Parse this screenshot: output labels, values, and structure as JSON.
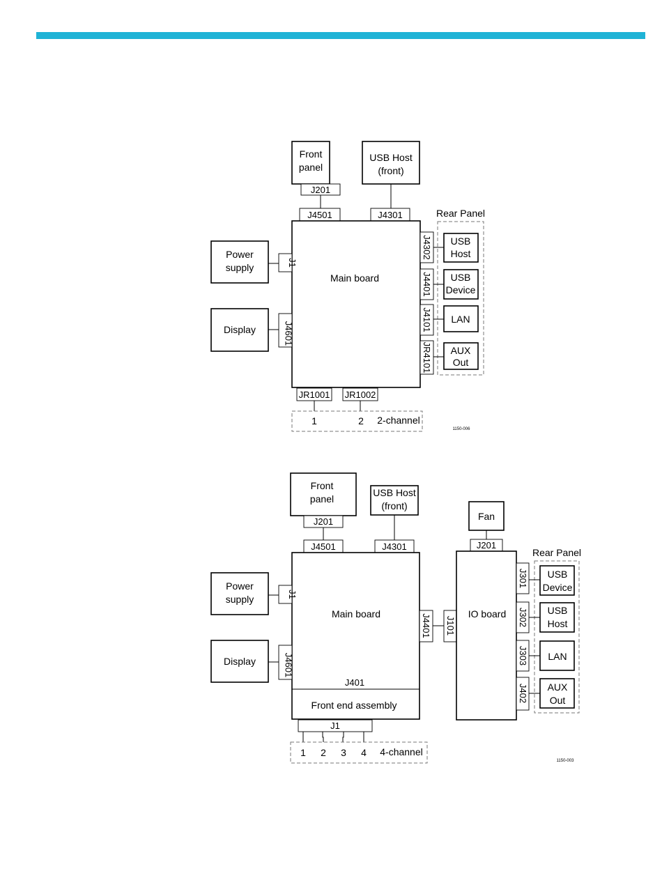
{
  "colors": {
    "accent_bar": "#1fb3d6",
    "box_stroke": "#000000",
    "dash_stroke": "#777777"
  },
  "diagram1": {
    "front_panel_l1": "Front",
    "front_panel_l2": "panel",
    "fp_connector": "J201",
    "usb_host_l1": "USB Host",
    "usb_host_l2": "(front)",
    "mb_j4501": "J4501",
    "mb_j4301": "J4301",
    "power_l1": "Power",
    "power_l2": "supply",
    "j1": "J1",
    "display": "Display",
    "j4601": "J4601",
    "main_board": "Main board",
    "rear_panel": "Rear Panel",
    "j4302": "J4302",
    "j4401": "J4401",
    "j4101": "J4101",
    "jr4101": "JR4101",
    "rp_usb_host_l1": "USB",
    "rp_usb_host_l2": "Host",
    "rp_usb_dev_l1": "USB",
    "rp_usb_dev_l2": "Device",
    "rp_lan": "LAN",
    "rp_aux_l1": "AUX",
    "rp_aux_l2": "Out",
    "jr1001": "JR1001",
    "jr1002": "JR1002",
    "ch1": "1",
    "ch2": "2",
    "channels": "2-channel",
    "figure_id": "1150-006"
  },
  "diagram2": {
    "front_panel_l1": "Front",
    "front_panel_l2": "panel",
    "fp_connector": "J201",
    "usb_host_l1": "USB Host",
    "usb_host_l2": "(front)",
    "mb_j4501": "J4501",
    "mb_j4301": "J4301",
    "fan": "Fan",
    "fan_connector": "J201",
    "power_l1": "Power",
    "power_l2": "supply",
    "j1": "J1",
    "display": "Display",
    "j4601": "J4601",
    "main_board": "Main board",
    "j401": "J401",
    "front_end": "Front end assembly",
    "j4401": "J4401",
    "j101": "J101",
    "io_board": "IO board",
    "rear_panel": "Rear Panel",
    "j301": "J301",
    "j302": "J302",
    "j303": "J303",
    "j402": "J402",
    "rp_usb_dev_l1": "USB",
    "rp_usb_dev_l2": "Device",
    "rp_usb_host_l1": "USB",
    "rp_usb_host_l2": "Host",
    "rp_lan": "LAN",
    "rp_aux_l1": "AUX",
    "rp_aux_l2": "Out",
    "fe_j1": "J1",
    "ch1": "1",
    "ch2": "2",
    "ch3": "3",
    "ch4": "4",
    "channels": "4-channel",
    "figure_id": "1150-003"
  }
}
